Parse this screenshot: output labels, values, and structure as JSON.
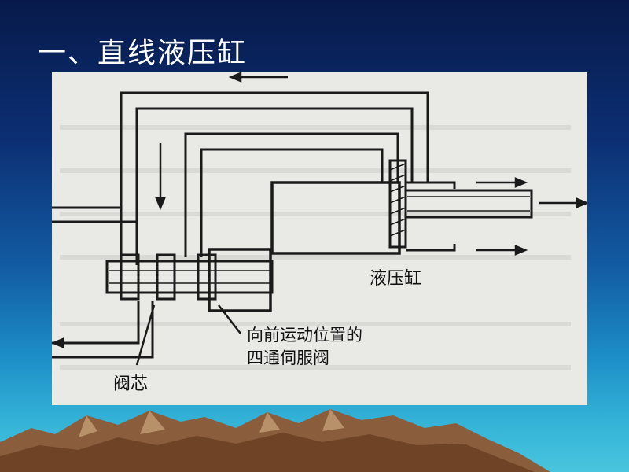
{
  "slide": {
    "title": "一、直线液压缸"
  },
  "figure": {
    "labels": {
      "cylinder": "液压缸",
      "valve_core": "阀芯",
      "servo_line1": "向前运动位置的",
      "servo_line2": "四通伺服阀"
    }
  },
  "colors": {
    "background_top": "#071a4a",
    "background_bottom": "#49c5de",
    "figure_paper": "#e9e9e6",
    "ink": "#1a1a1a",
    "mountain": "#8a5e3c",
    "title_text": "#ffffff"
  }
}
